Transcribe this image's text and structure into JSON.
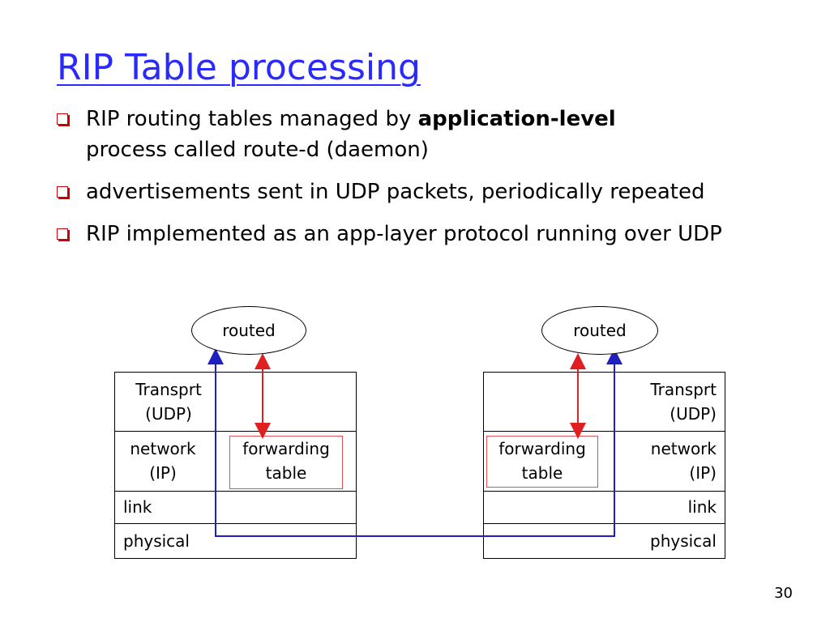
{
  "slide": {
    "title": "RIP Table processing",
    "page_number": "30",
    "colors": {
      "title": "#2a2aff",
      "bullet": "#cc0000",
      "red_arrow": "#e02020",
      "blue_line": "#2020c0",
      "table_border": "#e05050"
    },
    "bullets": [
      {
        "pre": "RIP routing tables managed by ",
        "bold": "application-level",
        "post": "process called route-d (daemon)"
      },
      {
        "text": "advertisements sent in UDP packets, periodically repeated"
      },
      {
        "text": "RIP implemented as an app-layer protocol running over UDP"
      }
    ]
  },
  "diagram": {
    "left": {
      "routed": "routed",
      "transport_line1": "Transprt",
      "transport_line2": "(UDP)",
      "network_line1": "network",
      "network_line2": "(IP)",
      "forwarding_line1": "forwarding",
      "forwarding_line2": "table",
      "link": "link",
      "physical": "physical"
    },
    "right": {
      "routed": "routed",
      "transport_line1": "Transprt",
      "transport_line2": "(UDP)",
      "network_line1": "network",
      "network_line2": "(IP)",
      "forwarding_line1": "forwarding",
      "forwarding_line2": "table",
      "link": "link",
      "physical": "physical"
    }
  }
}
